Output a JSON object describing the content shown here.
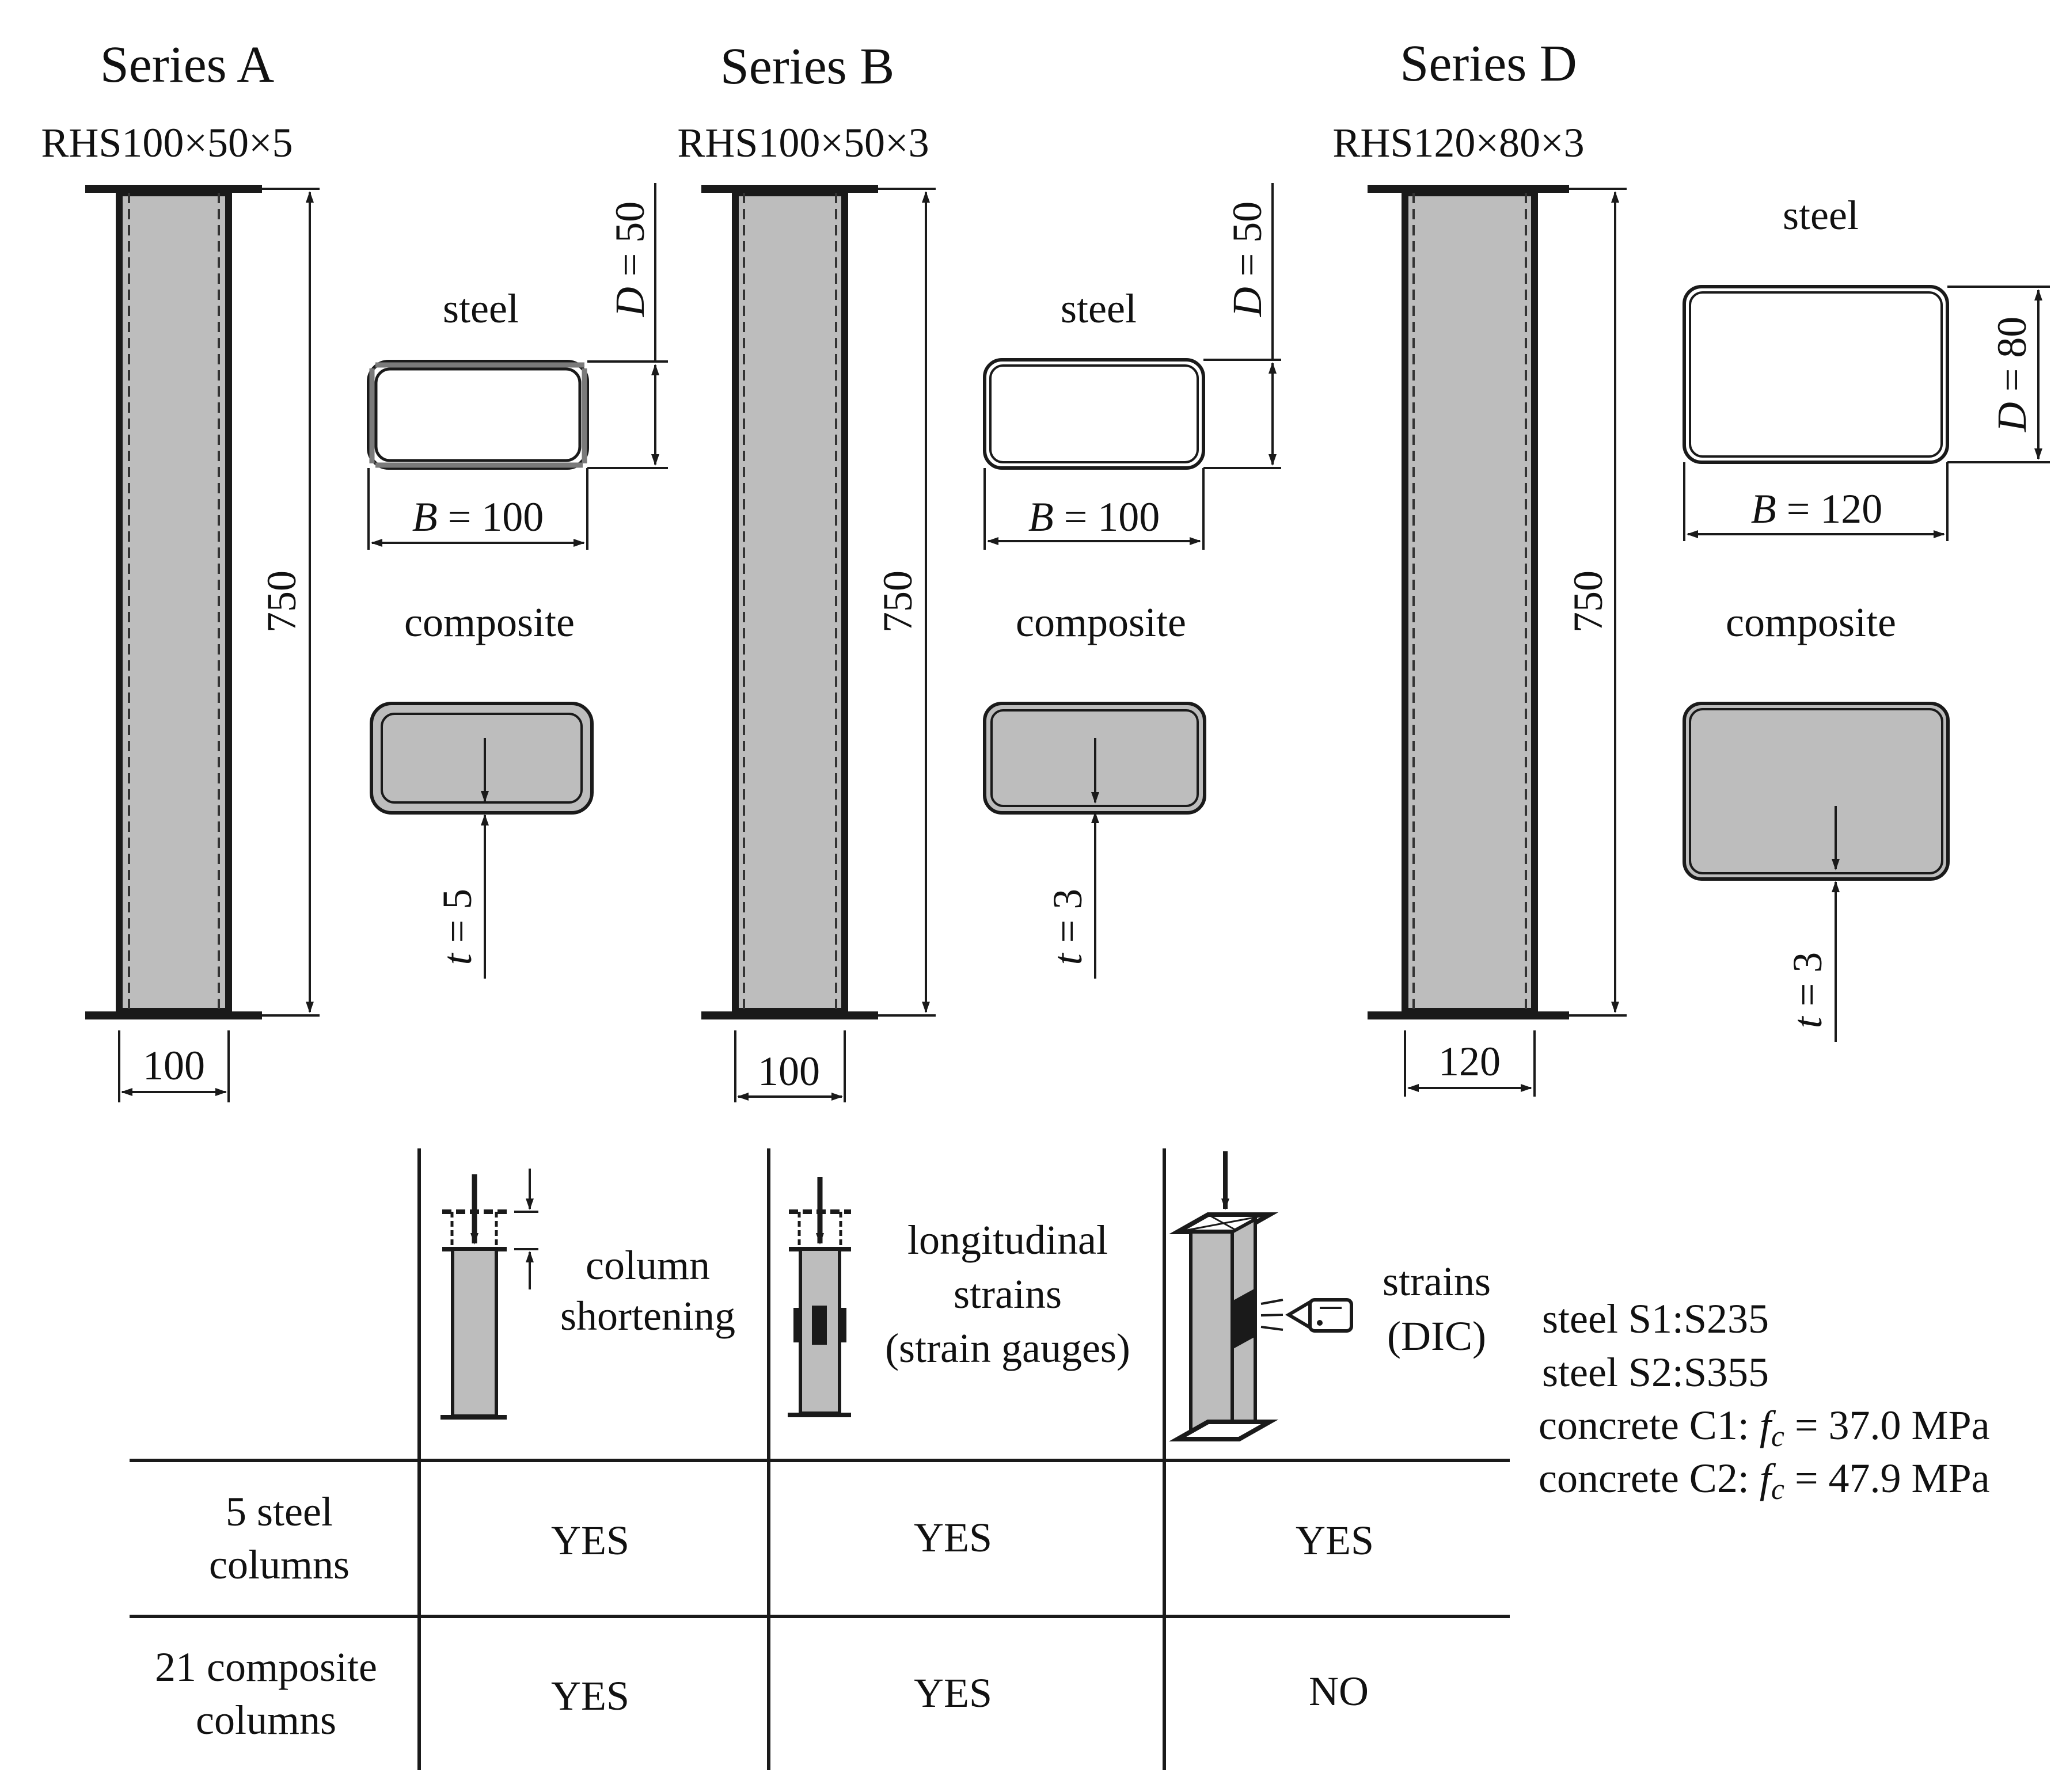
{
  "series": [
    {
      "title": "Series A",
      "section": "RHS100×50×5",
      "height_label": "750",
      "width_label": "100",
      "steel_label": "steel",
      "composite_label": "composite",
      "D_sym": "D",
      "D_val": " = 50",
      "B_sym": "B",
      "B_val": " = 100",
      "t_sym": "t",
      "t_val": " = 5"
    },
    {
      "title": "Series B",
      "section": "RHS100×50×3",
      "height_label": "750",
      "width_label": "100",
      "steel_label": "steel",
      "composite_label": "composite",
      "D_sym": "D",
      "D_val": " = 50",
      "B_sym": "B",
      "B_val": " = 100",
      "t_sym": "t",
      "t_val": " = 3"
    },
    {
      "title": "Series D",
      "section": "RHS120×80×3",
      "height_label": "750",
      "width_label": "120",
      "steel_label": "steel",
      "composite_label": "composite",
      "D_sym": "D",
      "D_val": " = 80",
      "B_sym": "B",
      "B_val": " = 120",
      "t_sym": "t",
      "t_val": " = 3"
    }
  ],
  "table": {
    "headers": [
      {
        "lines": [
          "column",
          "shortening"
        ],
        "icon": "column-shortening-icon"
      },
      {
        "lines": [
          "longitudinal",
          "strains",
          "(strain gauges)"
        ],
        "icon": "strain-gauge-icon"
      },
      {
        "lines": [
          "strains",
          "(DIC)"
        ],
        "icon": "dic-camera-icon"
      }
    ],
    "rows": [
      {
        "label_lines": [
          "5 steel",
          "columns"
        ],
        "cells": [
          "YES",
          "YES",
          "YES"
        ]
      },
      {
        "label_lines": [
          "21 composite",
          "columns"
        ],
        "cells": [
          "YES",
          "YES",
          "NO"
        ]
      }
    ]
  },
  "materials": {
    "steel_s1": "steel S1:S235",
    "steel_s2": "steel S2:S355",
    "c1_prefix": "concrete C1: ",
    "c1_sym": "f",
    "c1_sub": "c",
    "c1_value": " = 37.0 MPa",
    "c2_prefix": "concrete C2: ",
    "c2_sym": "f",
    "c2_sub": "c",
    "c2_value": " = 47.9 MPa"
  },
  "colors": {
    "fill": "#bdbdbd",
    "line": "#1a1a1a"
  }
}
